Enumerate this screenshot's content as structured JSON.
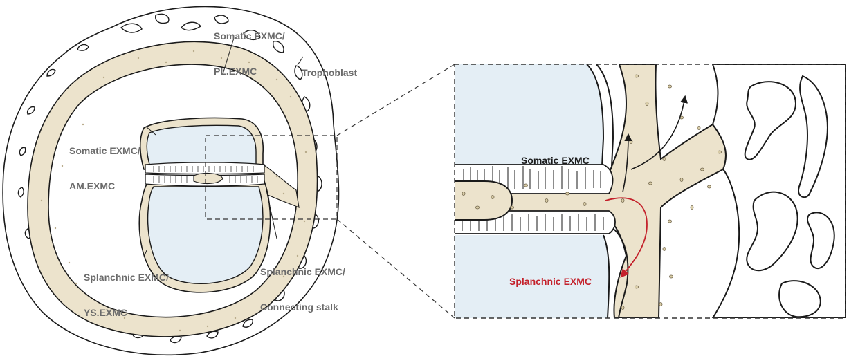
{
  "colors": {
    "tissue": "#ece3cc",
    "cavity": "#e4eef5",
    "outline": "#1a1a1a",
    "label_gray": "#6b6b6b",
    "label_dark": "#1a1a1a",
    "splanchnic_red": "#c4212b"
  },
  "labels": {
    "somatic_pl": [
      "Somatic EXMC/",
      "PL.EXMC"
    ],
    "trophoblast": "Trophoblast",
    "somatic_am": [
      "Somatic EXMC/",
      "AM.EXMC"
    ],
    "splanchnic_ys": [
      "Splanchnic EXMC/",
      "YS.EXMC"
    ],
    "splanchnic_cs": [
      "Splanchnic EXMC/",
      "Connecting stalk"
    ],
    "zoom_somatic": "Somatic EXMC",
    "zoom_splanchnic": "Splanchnic EXMC"
  }
}
